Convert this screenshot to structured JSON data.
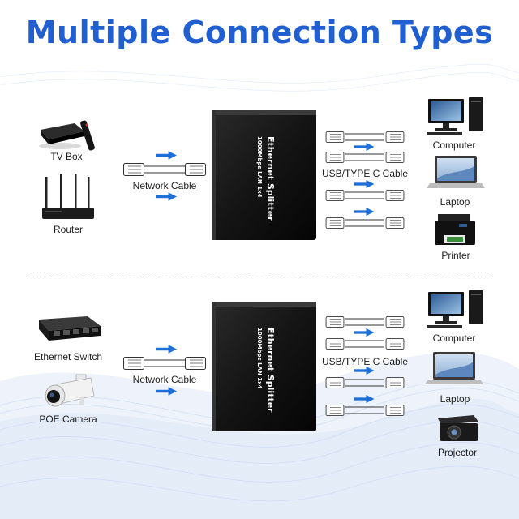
{
  "title": "Multiple Connection Types",
  "colors": {
    "title": "#1f5fd1",
    "arrow": "#1f6fd8",
    "device": "#161616"
  },
  "top": {
    "inputs": [
      "TV Box",
      "Router"
    ],
    "input_cable": "Network Cable",
    "device": {
      "name": "Ethernet Splitter",
      "spec": "1000Mbps LAN 1x4"
    },
    "output_cable": "USB/TYPE C Cable",
    "outputs": [
      "Computer",
      "Laptop",
      "Printer"
    ]
  },
  "bottom": {
    "inputs": [
      "Ethernet Switch",
      "POE Camera"
    ],
    "input_cable": "Network Cable",
    "device": {
      "name": "Ethernet Splitter",
      "spec": "1000Mbps LAN 1x4"
    },
    "output_cable": "USB/TYPE C Cable",
    "outputs": [
      "Computer",
      "Laptop",
      "Projector"
    ]
  },
  "icons": {
    "top_inputs": [
      "tv-box-icon",
      "router-icon"
    ],
    "bottom_inputs": [
      "ethernet-switch-icon",
      "poe-camera-icon"
    ],
    "top_outputs": [
      "computer-icon",
      "laptop-icon",
      "printer-icon"
    ],
    "bottom_outputs": [
      "computer-icon",
      "laptop-icon",
      "projector-icon"
    ]
  }
}
